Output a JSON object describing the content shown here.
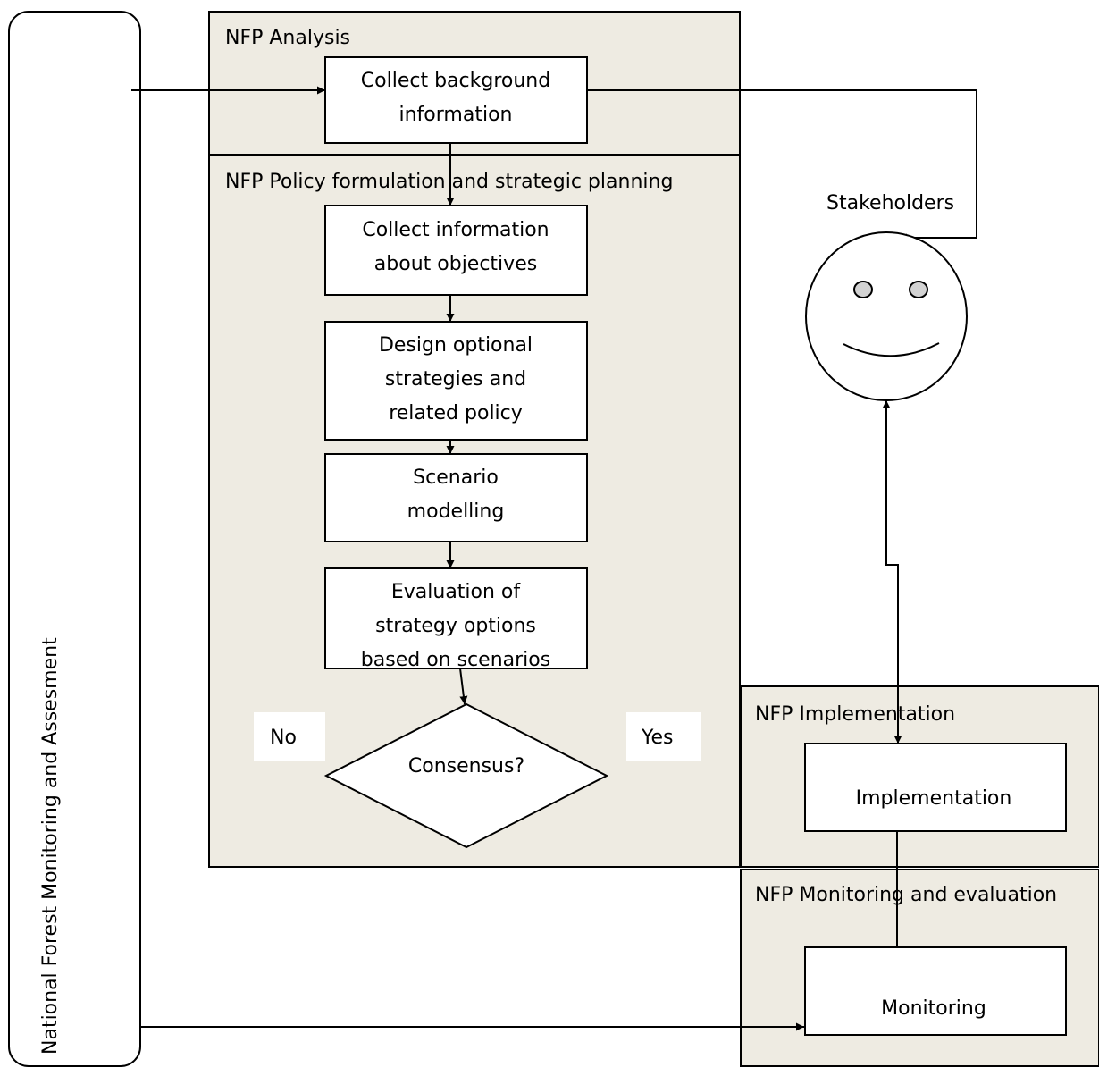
{
  "side_label": "National Forest Monitoring and Assesment",
  "panels": {
    "analysis": "NFP Analysis",
    "policy": "NFP Policy formulation and strategic planning",
    "implementation": "NFP Implementation",
    "monitoring": "NFP Monitoring and evaluation"
  },
  "nodes": {
    "collect_background": [
      "Collect background",
      "information"
    ],
    "collect_objectives": [
      "Collect information",
      "about objectives"
    ],
    "design": [
      "Design optional",
      "strategies and",
      "related policy"
    ],
    "scenario": [
      "Scenario",
      "modelling"
    ],
    "evaluation": [
      "Evaluation of",
      "strategy options",
      "based on scenarios"
    ],
    "consensus": "Consensus?",
    "implementation": "Implementation",
    "monitoring": "Monitoring"
  },
  "labels": {
    "no": "No",
    "yes": "Yes",
    "stakeholders": "Stakeholders"
  },
  "icons": {
    "stakeholders": "smiley-face-icon"
  },
  "colors": {
    "panel_fill": "#eeebe2",
    "eye_fill": "#d3d3d3"
  }
}
